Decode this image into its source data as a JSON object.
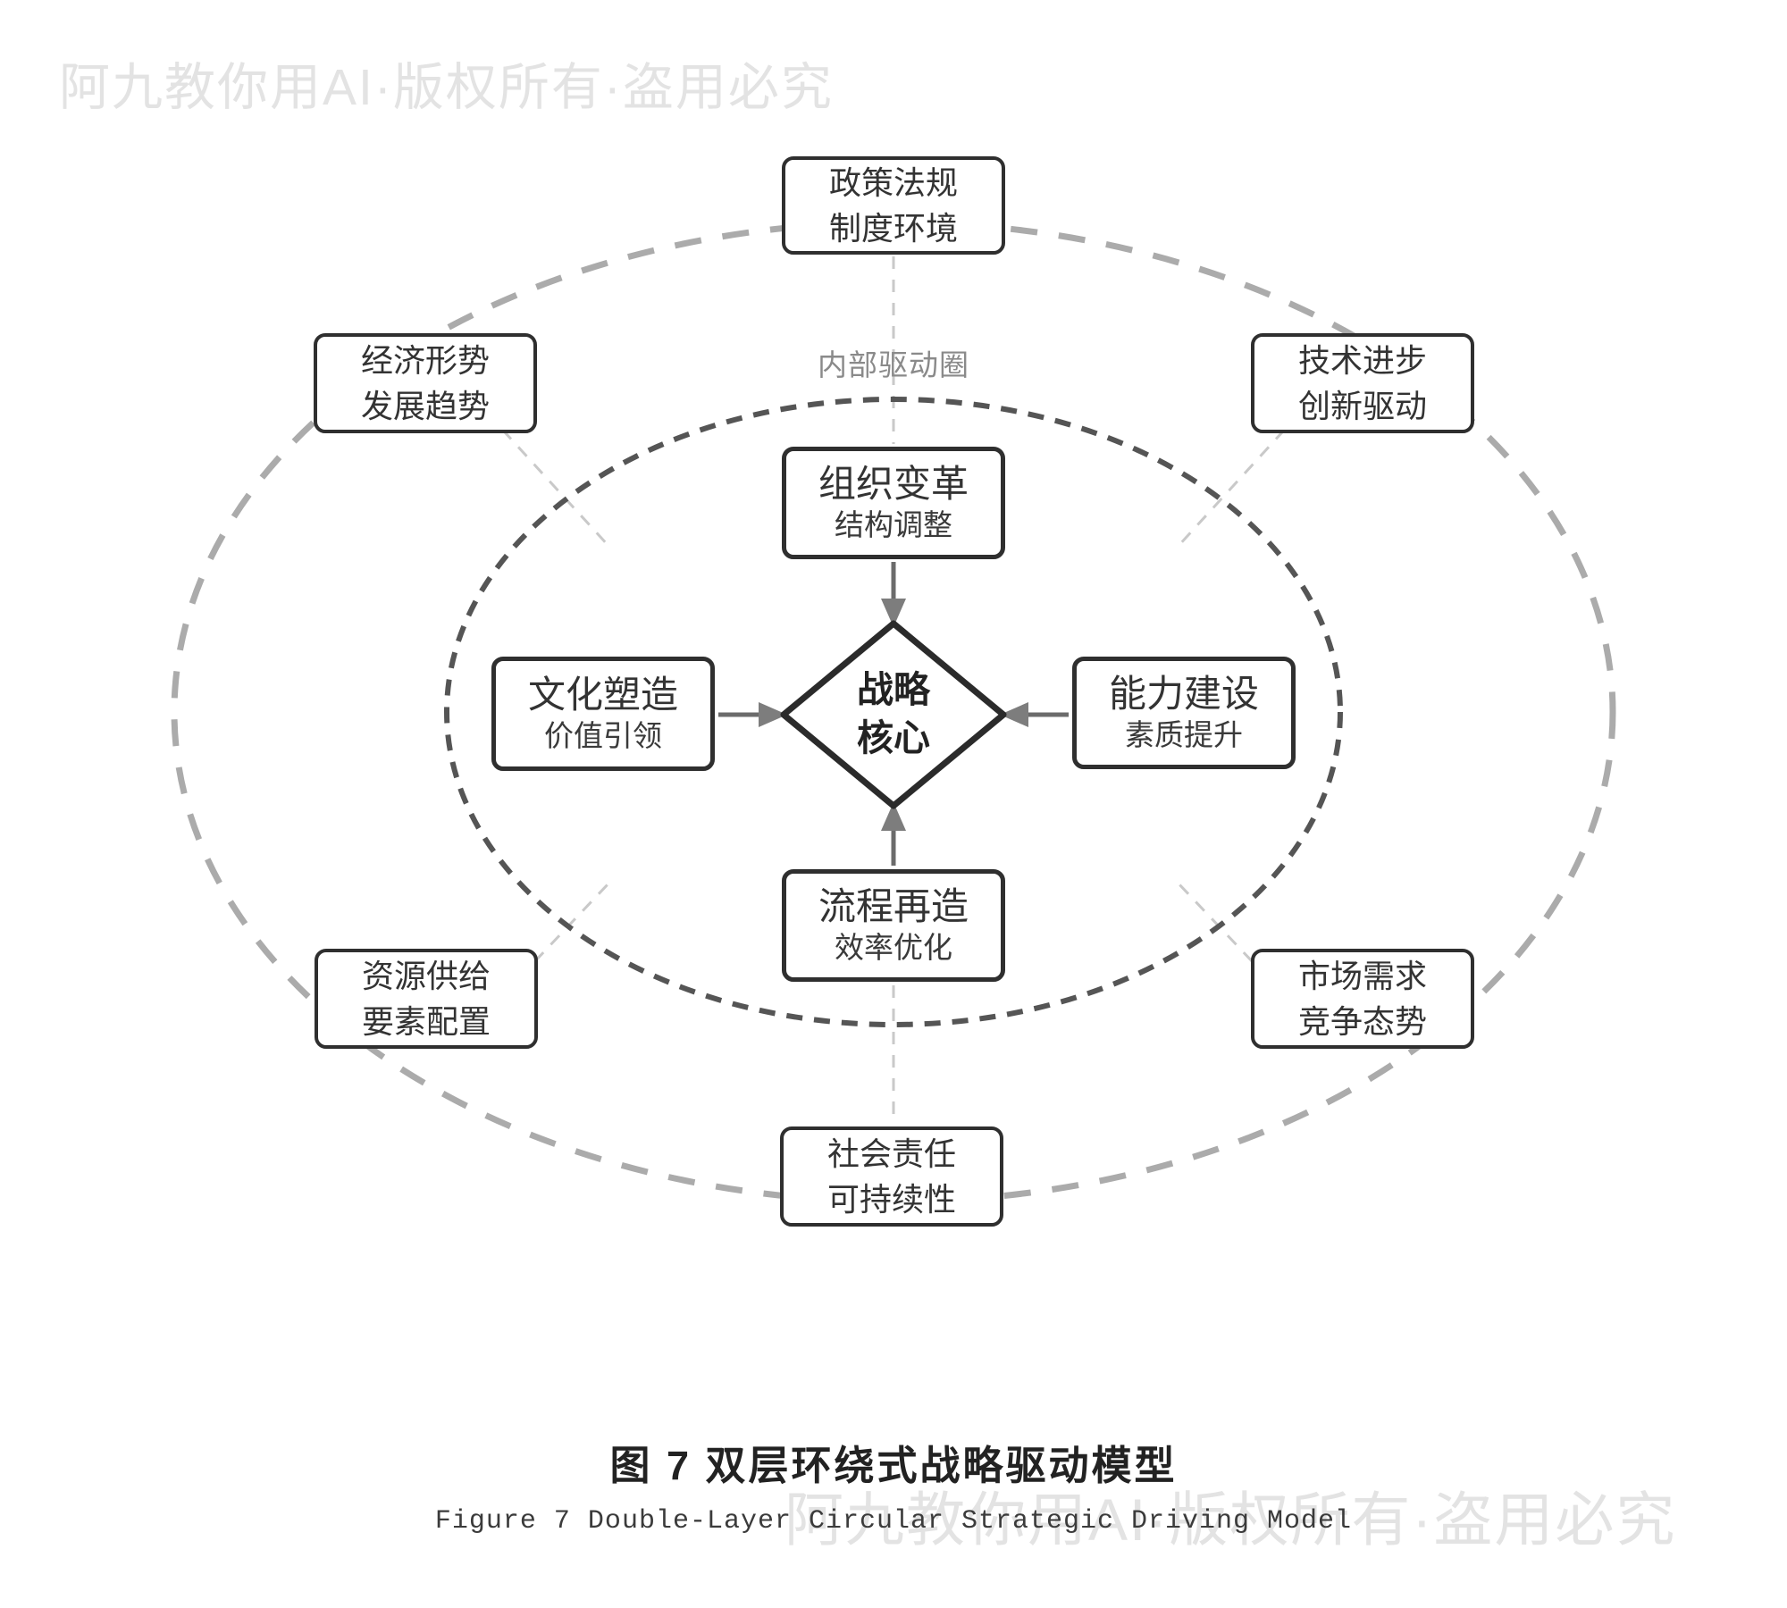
{
  "watermark": {
    "text": "阿九教你用AI·版权所有·盗用必究"
  },
  "inner_circle_label": "内部驱动圈",
  "core": {
    "line1": "战略",
    "line2": "核心"
  },
  "inner_nodes": [
    {
      "id": "org",
      "title": "组织变革",
      "subtitle": "结构调整"
    },
    {
      "id": "culture",
      "title": "文化塑造",
      "subtitle": "价值引领"
    },
    {
      "id": "capability",
      "title": "能力建设",
      "subtitle": "素质提升"
    },
    {
      "id": "process",
      "title": "流程再造",
      "subtitle": "效率优化"
    }
  ],
  "outer_nodes": [
    {
      "id": "policy",
      "line1": "政策法规",
      "line2": "制度环境"
    },
    {
      "id": "economy",
      "line1": "经济形势",
      "line2": "发展趋势"
    },
    {
      "id": "tech",
      "line1": "技术进步",
      "line2": "创新驱动"
    },
    {
      "id": "resource",
      "line1": "资源供给",
      "line2": "要素配置"
    },
    {
      "id": "market",
      "line1": "市场需求",
      "line2": "竞争态势"
    },
    {
      "id": "social",
      "line1": "社会责任",
      "line2": "可持续性"
    }
  ],
  "caption": {
    "zh": "图 7 双层环绕式战略驱动模型",
    "en": "Figure 7 Double-Layer Circular Strategic Driving Model"
  },
  "colors": {
    "background": "#ffffff",
    "watermark": "#e3e3e3",
    "outer_ellipse": "#ababab",
    "inner_ellipse": "#555555",
    "connector": "#c9c9c9",
    "box_border": "#2f2f2f",
    "box_text": "#333333",
    "arrow": "#6b6b6b",
    "arrow_head": "#7d7d7d",
    "diamond_border": "#2b2b2b",
    "inner_label": "#8a8a8a"
  }
}
